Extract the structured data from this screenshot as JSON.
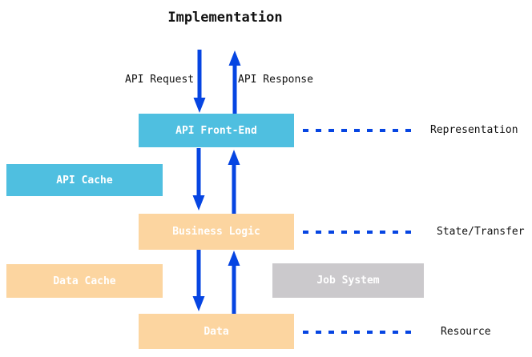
{
  "diagram": {
    "title": "Implementation",
    "arrow_labels": {
      "request": "API Request",
      "response": "API Response"
    },
    "boxes": {
      "api_front_end": "API Front-End",
      "api_cache": "API Cache",
      "business_logic": "Business Logic",
      "data_cache": "Data Cache",
      "job_system": "Job System",
      "data": "Data"
    },
    "layer_labels": {
      "representation": "Representation",
      "state_transfer": "State/Transfer",
      "resource": "Resource"
    },
    "colors": {
      "box-cyan": "#4FBFE0",
      "box-orange": "#FCD5A0",
      "box-gray": "#CBC9CC",
      "arrow-blue": "#0645E2",
      "box-text": "#FFFFFF",
      "text-dark": "#111111",
      "background": "#FFFFFF"
    }
  }
}
